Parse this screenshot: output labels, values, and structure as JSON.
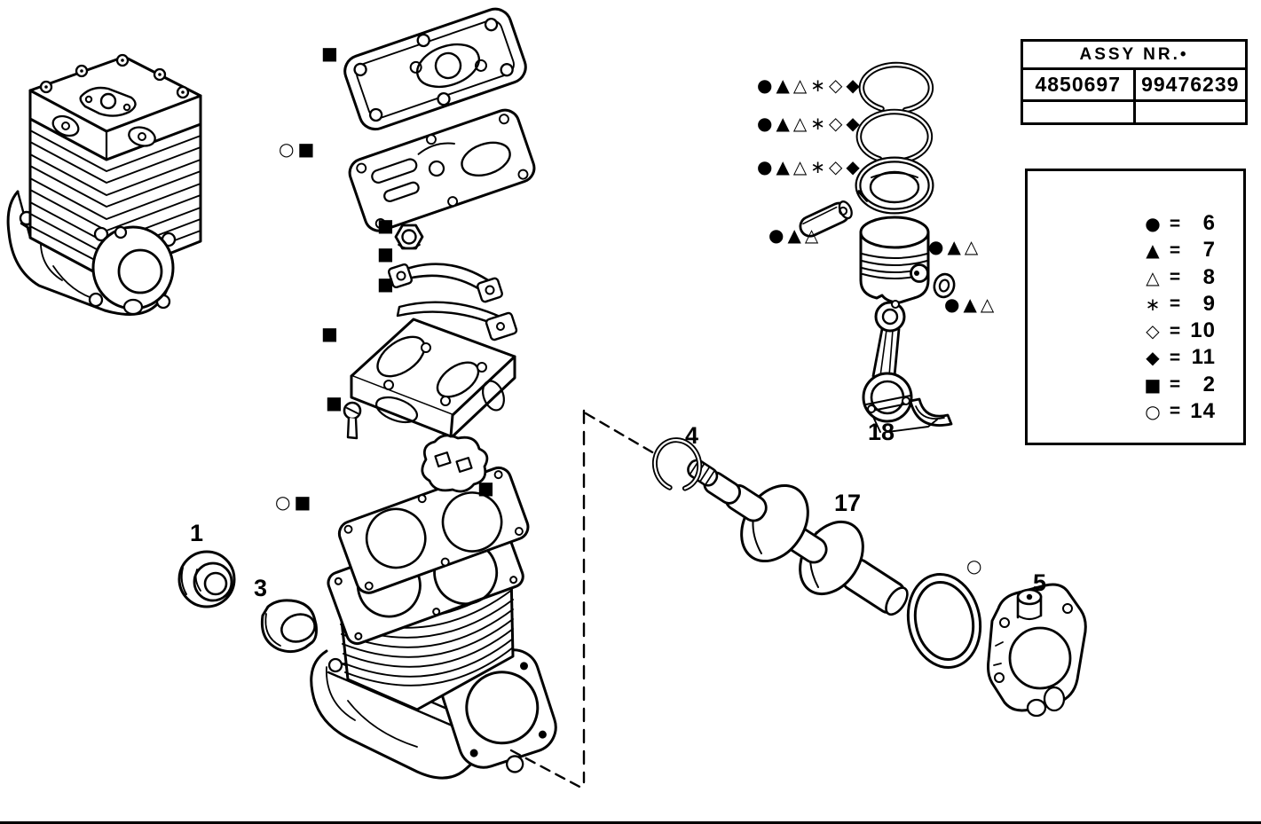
{
  "figure": {
    "kind": "exploded-parts-diagram",
    "subject": "twin-cylinder air compressor",
    "ink_color": "#000000",
    "background_color": "#ffffff"
  },
  "assy_table": {
    "title": "ASSY NR.•",
    "col1": "4850697",
    "col2": "99476239"
  },
  "legend": {
    "entries": [
      {
        "name": "filled-circle",
        "glyph": "●",
        "eq": "=",
        "value": "6"
      },
      {
        "name": "filled-triangle",
        "glyph": "▲",
        "eq": "=",
        "value": "7"
      },
      {
        "name": "open-triangle",
        "glyph": "△",
        "eq": "=",
        "value": "8"
      },
      {
        "name": "asterisk",
        "glyph": "∗",
        "eq": "=",
        "value": "9"
      },
      {
        "name": "open-diamond",
        "glyph": "◇",
        "eq": "=",
        "value": "10"
      },
      {
        "name": "filled-diamond",
        "glyph": "◆",
        "eq": "=",
        "value": "11"
      },
      {
        "name": "filled-square",
        "glyph": "■",
        "eq": "=",
        "value": "2"
      },
      {
        "name": "open-circle",
        "glyph": "○",
        "eq": "=",
        "value": "14"
      }
    ]
  },
  "parts": [
    {
      "number": "1",
      "name": "bearing"
    },
    {
      "number": "3",
      "name": "bushing"
    },
    {
      "number": "4",
      "name": "snap-ring"
    },
    {
      "number": "5",
      "name": "end-cover"
    },
    {
      "number": "17",
      "name": "crankshaft"
    },
    {
      "number": "18",
      "name": "connecting-rod"
    }
  ],
  "markers": [
    {
      "id": "piston-ring-row-1",
      "glyphs": "●▲△∗◇◆"
    },
    {
      "id": "piston-ring-row-2",
      "glyphs": "●▲△∗◇◆"
    },
    {
      "id": "piston-ring-row-3",
      "glyphs": "●▲△∗◇◆"
    },
    {
      "id": "piston-pin-group",
      "glyphs": "●▲△"
    },
    {
      "id": "piston-group",
      "glyphs": "●▲△"
    },
    {
      "id": "pin-circlip-group",
      "glyphs": "●▲△"
    },
    {
      "id": "head-cover-marker",
      "glyphs": "■"
    },
    {
      "id": "head-gasket-marker",
      "glyphs": "○■"
    },
    {
      "id": "valve-nut-marker",
      "glyphs": "■"
    },
    {
      "id": "valve-strap-marker",
      "glyphs": "■"
    },
    {
      "id": "reed-valve-marker",
      "glyphs": "■"
    },
    {
      "id": "valve-plate-marker",
      "glyphs": "■"
    },
    {
      "id": "valve-screw-marker",
      "glyphs": "■"
    },
    {
      "id": "inner-gasket-marker",
      "glyphs": "■"
    },
    {
      "id": "base-gasket-marker",
      "glyphs": "○■"
    },
    {
      "id": "o-ring-marker",
      "glyphs": "○"
    }
  ]
}
